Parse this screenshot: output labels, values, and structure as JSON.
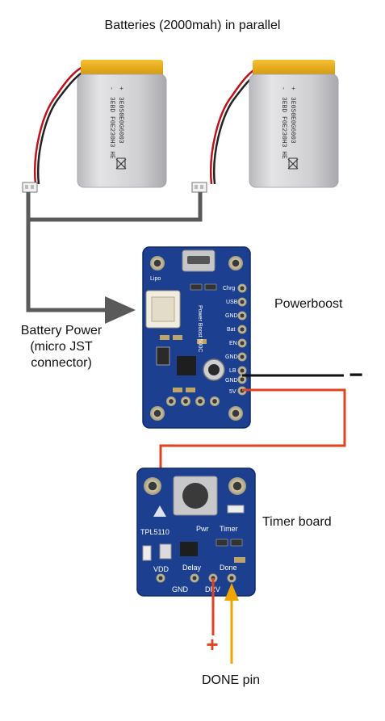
{
  "diagram": {
    "title": "Batteries (2000mah) in parallel",
    "powerboost_label": "Powerboost",
    "timer_label": "Timer board",
    "battery_power_label": "Battery Power (micro JST connector)",
    "done_label": "DONE pin"
  },
  "battery_markings": {
    "line1": "3E0S0E0G6003",
    "line2": "3EBD F0E230H3 HE",
    "plus": "+",
    "minus": "-"
  },
  "powerboost_silkscreen": {
    "pins": [
      "Chrg",
      "USB",
      "GND",
      "Bat",
      "EN",
      "GND",
      "LB",
      "GND",
      "5V"
    ],
    "lipo": "Lipo",
    "name": "Power Boost 500C"
  },
  "timer_silkscreen": {
    "chip": "TPL5110",
    "pwr": "Pwr",
    "timer": "Timer",
    "pins_top": [
      "VDD",
      "Delay",
      "Done"
    ],
    "pins_bottom": [
      "GND",
      "DRV"
    ]
  },
  "symbols": {
    "minus": "−",
    "plus": "+"
  },
  "colors": {
    "board_blue": "#1c3f8f",
    "wire_gray": "#5a5a5a",
    "wire_red": "#e1421f",
    "wire_black": "#111111",
    "done_arrow": "#f0a500",
    "battery_gold": "#e7a30a",
    "battery_silver": "#d4d4d6"
  }
}
